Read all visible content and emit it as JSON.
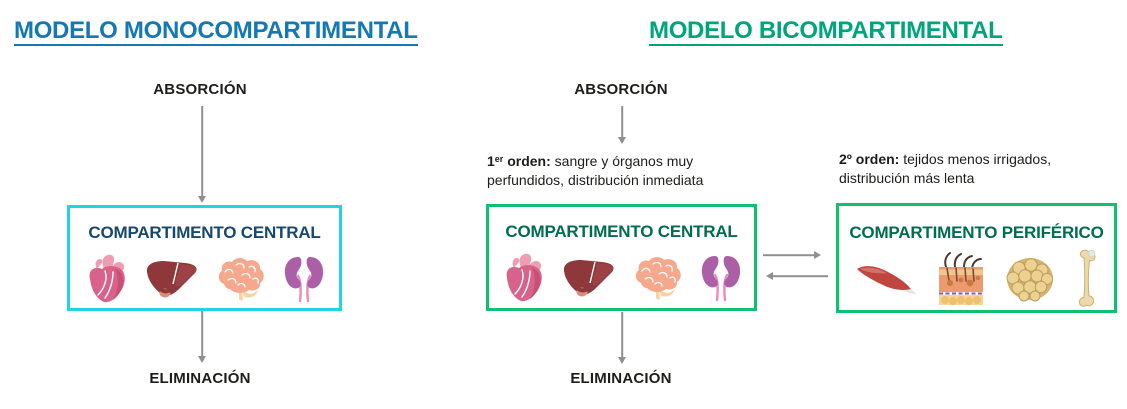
{
  "diagram": {
    "mono": {
      "title": "MODELO MONOCOMPARTIMENTAL",
      "absorption_label": "ABSORCIÓN",
      "elimination_label": "ELIMINACIÓN",
      "central_box": {
        "title": "COMPARTIMENTO CENTRAL",
        "organ_icons": [
          "heart-icon",
          "liver-icon",
          "brain-icon",
          "kidneys-icon"
        ]
      }
    },
    "bi": {
      "title": "MODELO BICOMPARTIMENTAL",
      "absorption_label": "ABSORCIÓN",
      "elimination_label": "ELIMINACIÓN",
      "first_order_note": {
        "num": "1",
        "sup": "er",
        "bold_label": " orden:",
        "body": " sangre y órganos muy perfundidos, distribución inmediata"
      },
      "second_order_note": {
        "num": "2º",
        "bold_label": " orden:",
        "body": " tejidos menos irrigados, distribución más lenta"
      },
      "central_box": {
        "title": "COMPARTIMENTO CENTRAL",
        "organ_icons": [
          "heart-icon",
          "liver-icon",
          "brain-icon",
          "kidneys-icon"
        ]
      },
      "peripheral_box": {
        "title": "COMPARTIMENTO PERIFÉRICO",
        "tissue_icons": [
          "muscle-icon",
          "skin-icon",
          "adipose-tissue-icon",
          "bone-icon"
        ]
      }
    }
  },
  "colors": {
    "mono_accent": "#1478b5",
    "bi_accent": "#00a57b",
    "mono_box_border": "#22d3e2",
    "bi_box_border": "#0fc070",
    "mono_box_title": "#17486f",
    "bi_box_title": "#006e4e",
    "arrow": "#8f8f8f",
    "text": "#1d1d1b"
  }
}
